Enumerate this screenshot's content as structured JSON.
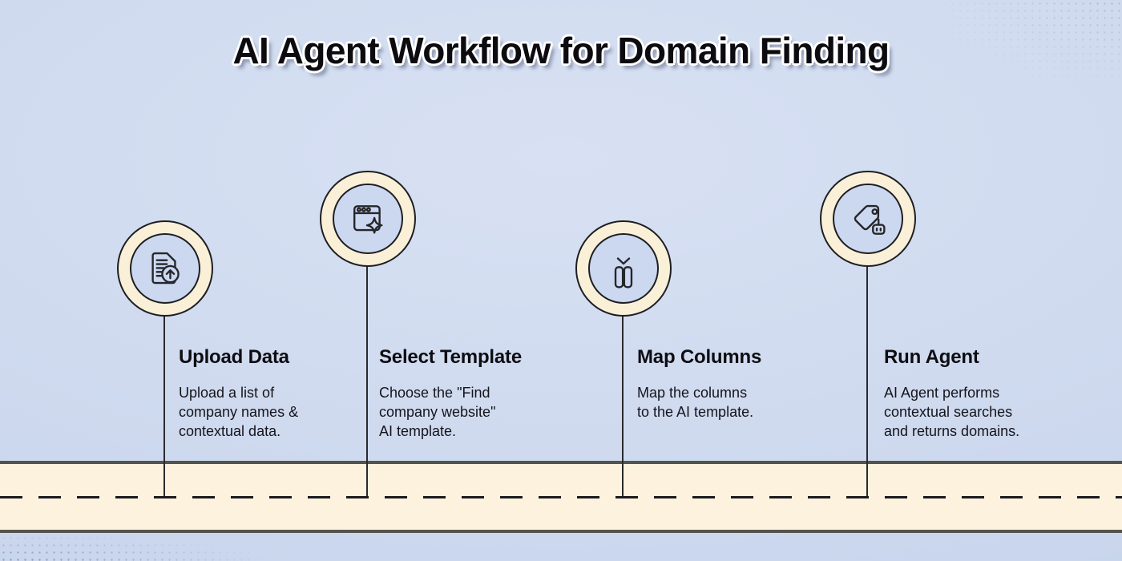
{
  "title": "AI Agent Workflow for Domain Finding",
  "steps": [
    {
      "heading": "Upload Data",
      "body": "Upload a list of\ncompany names &\ncontextual data.",
      "icon": "document-upload-icon"
    },
    {
      "heading": "Select Template",
      "body": "Choose the \"Find\ncompany website\"\nAI template.",
      "icon": "browser-sparkle-icon"
    },
    {
      "heading": "Map Columns",
      "body": "Map the columns\nto the AI template.",
      "icon": "map-columns-icon"
    },
    {
      "heading": "Run Agent",
      "body": "AI Agent performs\ncontextual searches\nand returns domains.",
      "icon": "tag-robot-icon"
    }
  ],
  "colors": {
    "background_blue": "#CFDAEF",
    "badge_ring_cream": "#FAF0D8",
    "badge_inner_blue": "#CBD8F0",
    "road_cream": "#FDF2DE",
    "road_border_gray": "#54544E",
    "line_dark": "#2A2A2E",
    "text_dark": "#0D0D12"
  }
}
